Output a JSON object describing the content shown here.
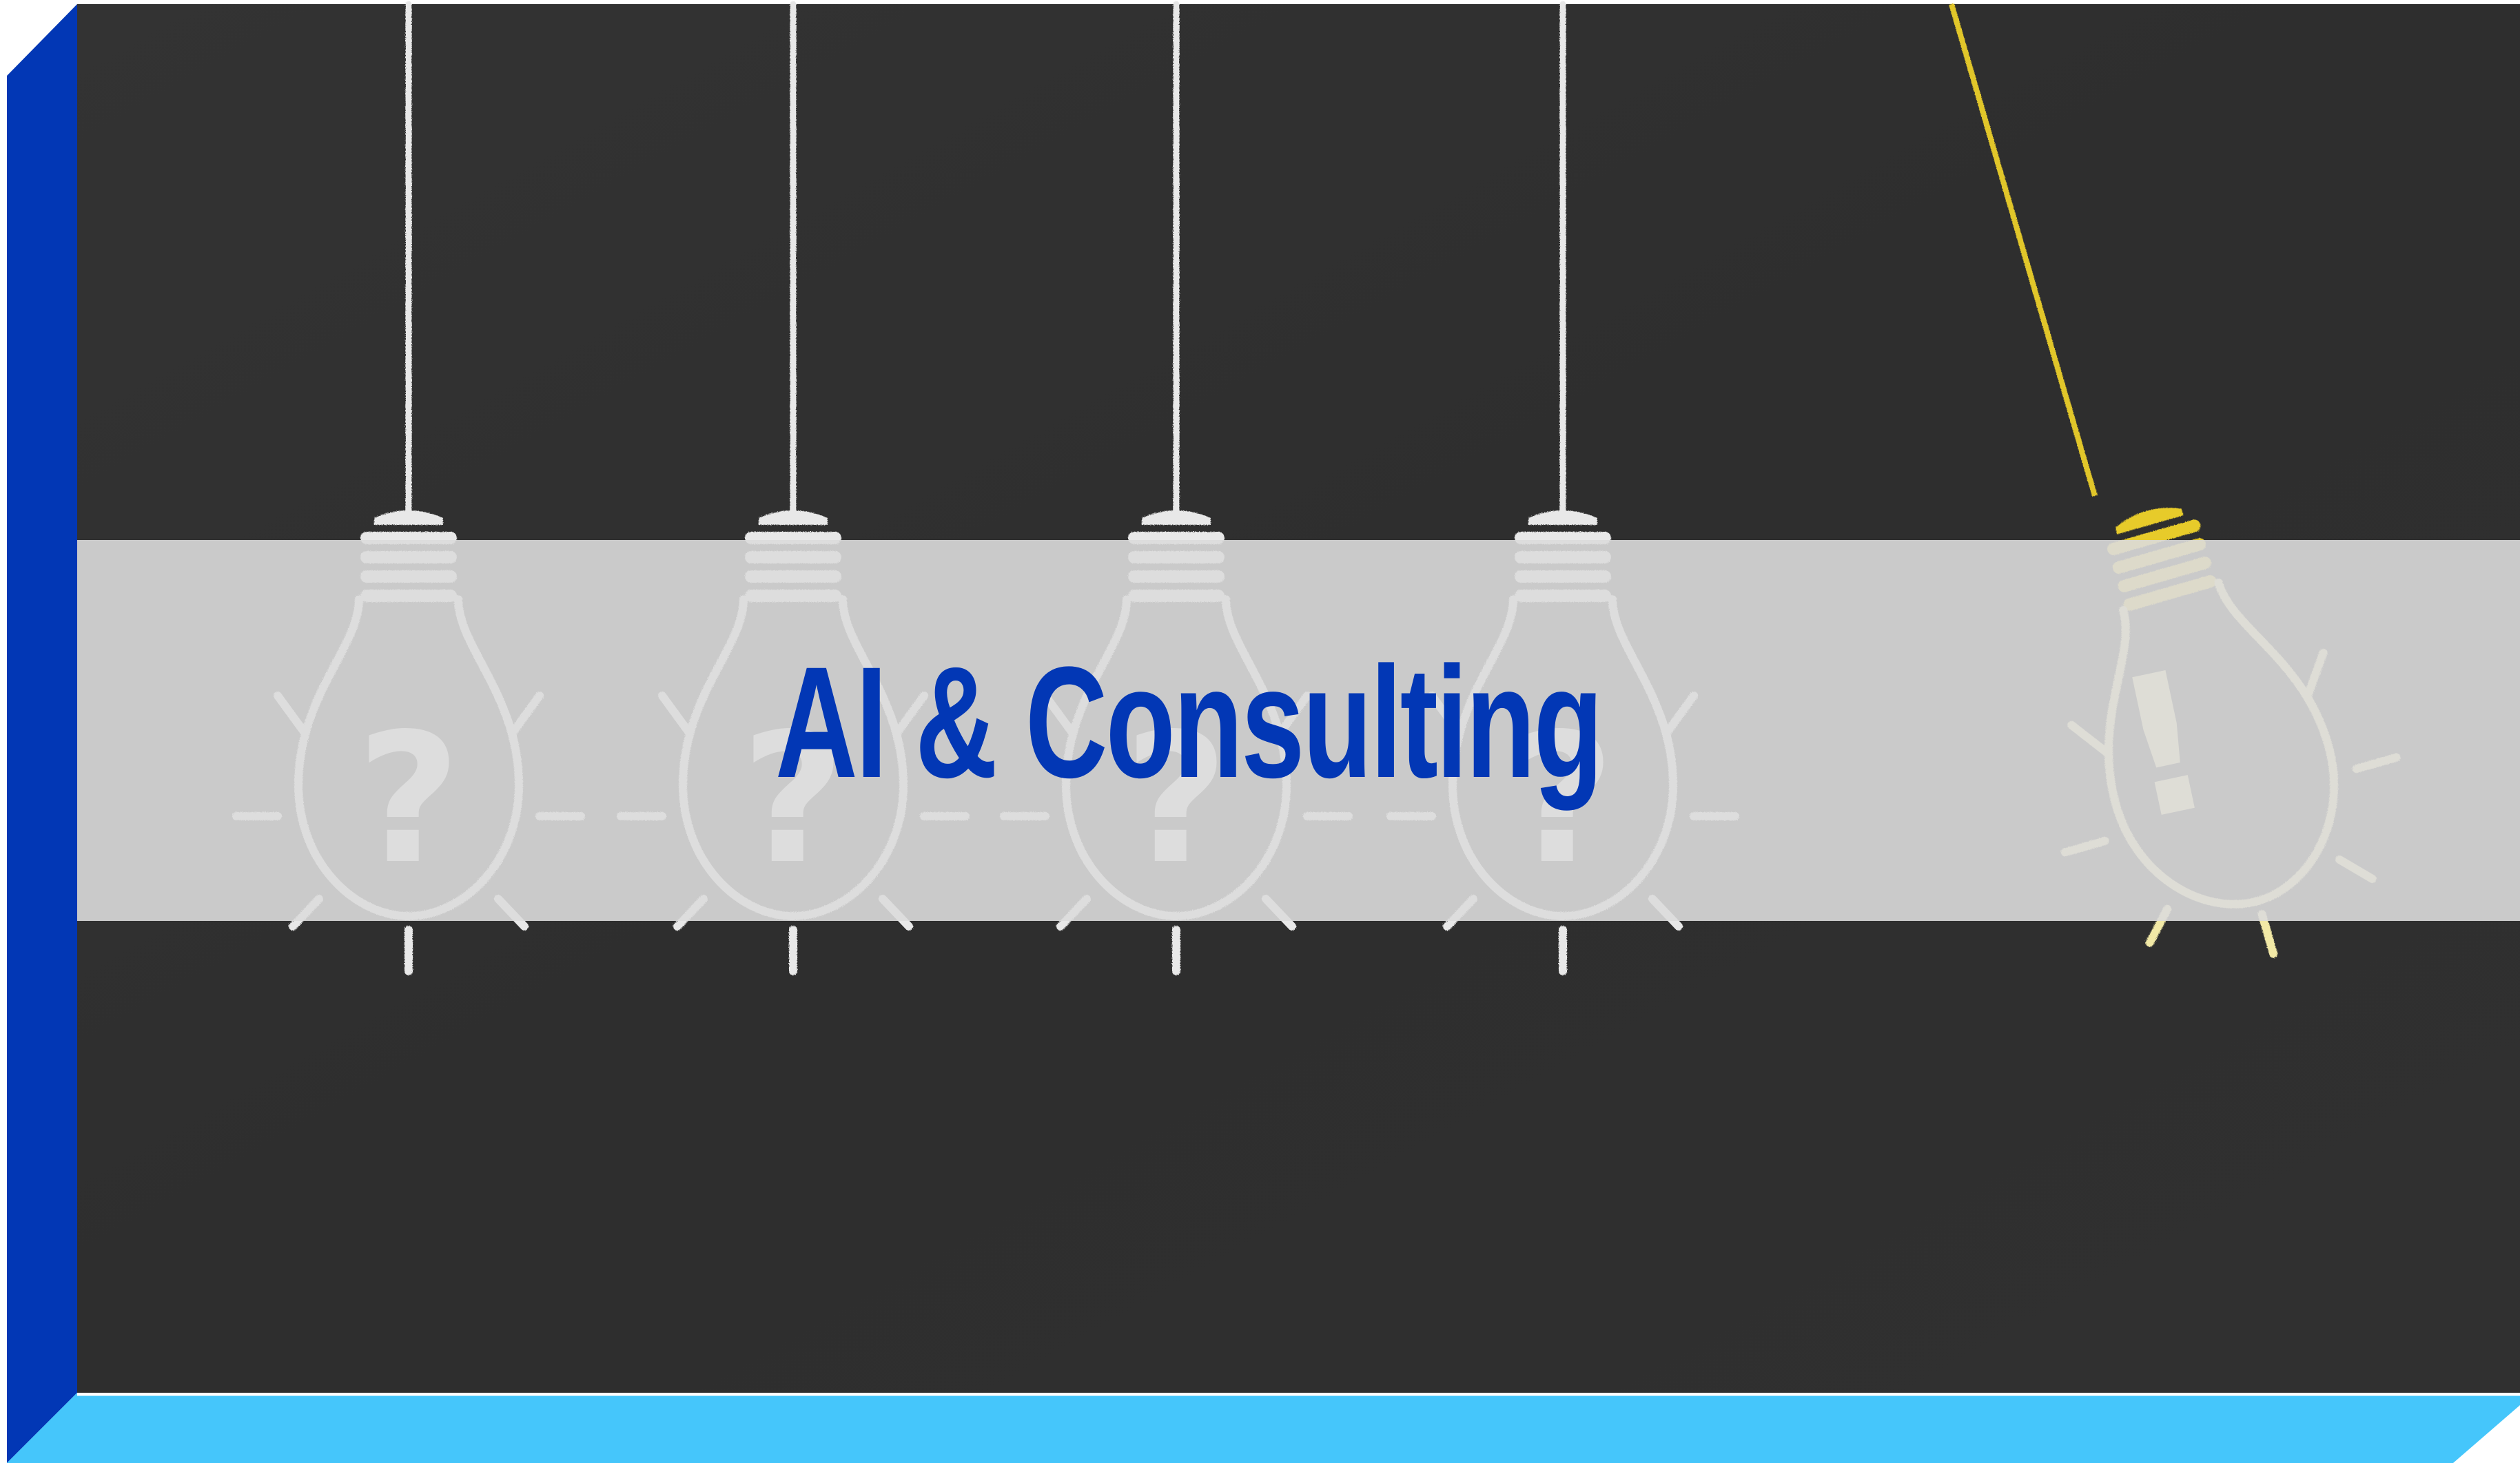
{
  "banner": {
    "title": "AI & Consulting",
    "colors": {
      "chalkboard": "#2f2f2f",
      "band": "#d3d3d3",
      "title": "#0237b5",
      "left_edge": "#0237b5",
      "bottom_edge": "#45c6fb",
      "chalk_white": "#e8e8e8",
      "chalk_yellow": "#f2e9a6"
    },
    "bulbs": [
      {
        "symbol": "?",
        "state": "unlit"
      },
      {
        "symbol": "?",
        "state": "unlit"
      },
      {
        "symbol": "?",
        "state": "unlit"
      },
      {
        "symbol": "?",
        "state": "unlit"
      },
      {
        "symbol": "!",
        "state": "lit"
      }
    ]
  }
}
